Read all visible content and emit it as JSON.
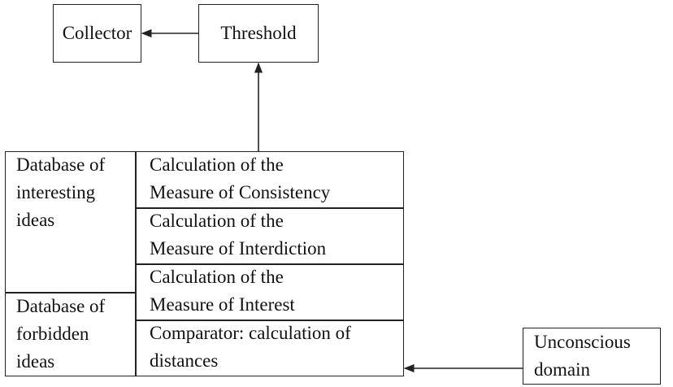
{
  "diagram": {
    "collector": "Collector",
    "threshold": "Threshold",
    "database_interesting": [
      "Database of",
      "interesting",
      "ideas"
    ],
    "database_forbidden": [
      "Database of",
      "forbidden",
      "ideas"
    ],
    "calc_consistency": [
      "Calculation of the",
      "Measure of Consistency"
    ],
    "calc_interdiction": [
      "Calculation of the",
      "Measure of Interdiction"
    ],
    "calc_interest": [
      "Calculation of the",
      "Measure of Interest"
    ],
    "comparator": [
      "Comparator: calculation of",
      "distances"
    ],
    "unconscious": [
      "Unconscious",
      "domain"
    ],
    "line_color": "#222222"
  }
}
